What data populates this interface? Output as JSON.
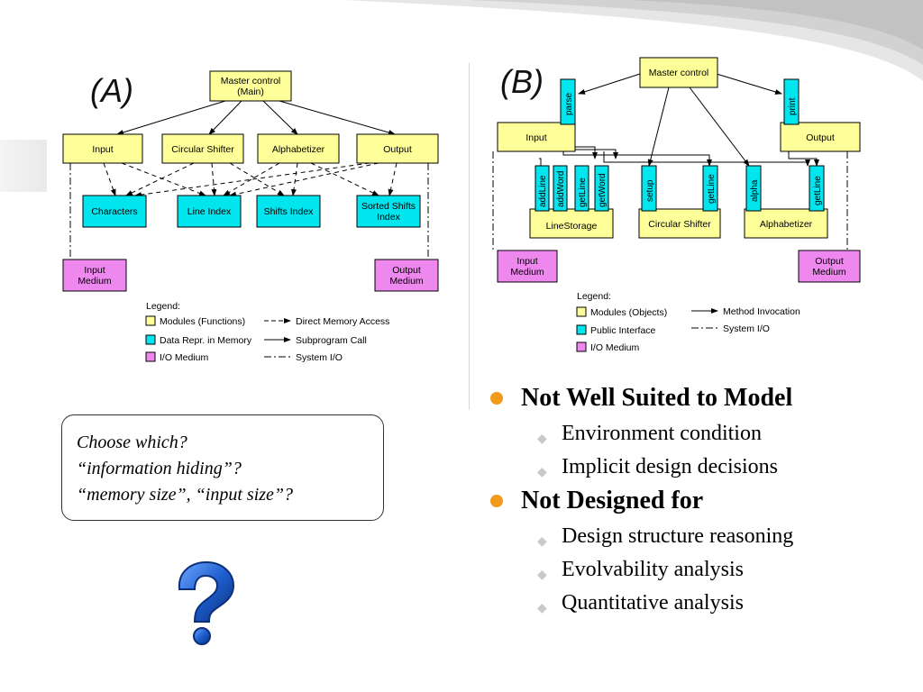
{
  "diagram_a": {
    "label": "(A)",
    "master": [
      "Master control",
      "(Main)"
    ],
    "input": "Input",
    "circular_shifter": "Circular Shifter",
    "alphabetizer": "Alphabetizer",
    "output": "Output",
    "characters": "Characters",
    "line_index": "Line Index",
    "shifts_index": "Shifts Index",
    "sorted_shifts": [
      "Sorted Shifts",
      "Index"
    ],
    "input_medium": [
      "Input",
      "Medium"
    ],
    "output_medium": [
      "Output",
      "Medium"
    ],
    "legend": {
      "title": "Legend:",
      "modules": "Modules (Functions)",
      "data_repr": "Data Repr. in Memory",
      "io_medium": "I/O Medium",
      "direct_memory": "Direct Memory Access",
      "subprogram": "Subprogram Call",
      "system_io": "System I/O"
    }
  },
  "diagram_b": {
    "label": "(B)",
    "master": "Master control",
    "input": "Input",
    "output": "Output",
    "parse": "parse",
    "print": "print",
    "add_line": "addLine",
    "add_word": "addWord",
    "get_line_1": "getLine",
    "get_word": "getWord",
    "setup": "setup",
    "get_line_2": "getLine",
    "alpha": "alpha",
    "get_line_3": "getLine",
    "line_storage": "LineStorage",
    "circular_shifter": "Circular Shifter",
    "alphabetizer": "Alphabetizer",
    "input_medium": [
      "Input",
      "Medium"
    ],
    "output_medium": [
      "Output",
      "Medium"
    ],
    "legend": {
      "title": "Legend:",
      "modules": "Modules (Objects)",
      "public_interface": "Public Interface",
      "io_medium": "I/O Medium",
      "method_invocation": "Method Invocation",
      "system_io": "System I/O"
    }
  },
  "callout": {
    "line1": "Choose which?",
    "line2": "“information hiding”?",
    "line3": "“memory size”, “input size”?"
  },
  "bullets": [
    {
      "text": "Not Well Suited to Model",
      "sub": [
        "Environment condition",
        "Implicit design decisions"
      ]
    },
    {
      "text": "Not Designed for",
      "sub": [
        "Design structure reasoning",
        "Evolvability analysis",
        "Quantitative analysis"
      ]
    }
  ],
  "colors": {
    "module": "#ffff99",
    "data": "#00e5ee",
    "io": "#ee88ee",
    "bullet": "#f29a1c",
    "question_mark": "#1e5fcf"
  },
  "icons": {
    "bullet_level1": "orange-dot",
    "bullet_level2": "gray-diamond",
    "question": "blue-question-mark"
  }
}
